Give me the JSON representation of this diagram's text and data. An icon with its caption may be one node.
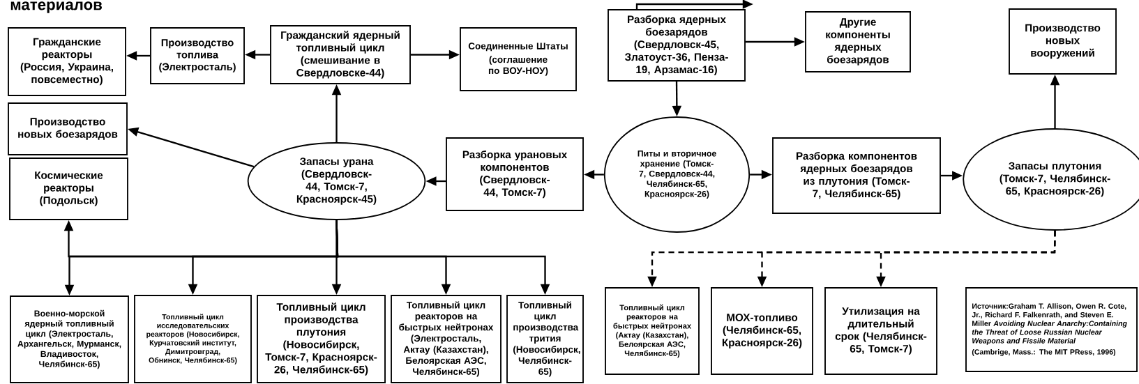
{
  "diagram": {
    "title": "материалов",
    "nodes": [
      {
        "text": [
          "Гражданские реакторы (Россия, Украина, повсеместно)"
        ]
      },
      {
        "text": [
          "Производство топлива (Электросталь)"
        ]
      },
      {
        "text": [
          "Гражданский ядерный топливный цикл (смешивание в Свердловске-44)"
        ]
      },
      {
        "text": [
          "Соединенные Штаты",
          "(соглашение по ВОУ-НОУ)"
        ]
      },
      {
        "text": [
          "Производство новых боезарядов"
        ]
      },
      {
        "text": [
          "Космические реакторы (Подольск)"
        ]
      },
      {
        "text": [
          "Запасы урана (Свердловск-44, Томск-7, Красноярск-45)"
        ]
      },
      {
        "text": [
          "Разборка урановых компонентов (Свердловск-44, Томск-7)"
        ]
      },
      {
        "text": [
          "Разборка ядерных боезарядов (Свердловск-45, Златоуст-36, Пенза-19, Арзамас-16)"
        ]
      },
      {
        "text": [
          "Другие компоненты ядерных боезарядов"
        ]
      },
      {
        "text": [
          "Производство новых вооружений"
        ]
      },
      {
        "text": [
          "Питы и вторичное хранение (Томск-7, Свердловск-44, Челябинск-65, Красноярск-26)"
        ]
      },
      {
        "text": [
          "Разборка компонентов ядерных боезарядов из плутония (Томск-7, Челябинск-65)"
        ]
      },
      {
        "text": [
          "Запасы плутония (Томск-7, Челябинск-65, Красноярск-26)"
        ]
      },
      {
        "text": [
          "Военно-морской ядерный топливный цикл (Электросталь, Архангельск, Мурманск, Владивосток, Челябинск-65)"
        ]
      },
      {
        "text": [
          "Топливный цикл исследовательских реакторов (Новосибирск, Курчатовский институт, Димитровград, Обнинск, Челябинск-65)"
        ]
      },
      {
        "text": [
          "Топливный цикл производства плутония (Новосибирск, Томск-7, Красноярск-26, Челябинск-65)"
        ]
      },
      {
        "text": [
          "Топливный цикл реакторов на быстрых нейтронах (Электросталь, Актау (Казахстан), Белоярская АЭС, Челябинск-65)"
        ]
      },
      {
        "text": [
          "Топливный цикл производства трития (Новосибирск, Челябинск-65)"
        ]
      },
      {
        "text": [
          "Топливный цикл реакторов на быстрых нейтронах (Актау (Казахстан), Белоярская АЭС, Челябинск-65)"
        ]
      },
      {
        "text": [
          "МОХ-топливо (Челябинск-65, Красноярск-26)"
        ]
      },
      {
        "text": [
          "Утилизация на длительный срок (Челябинск-65, Томск-7)"
        ]
      },
      {
        "text": [
          "Источник:Graham T. Allison, Owen R. Cote, Jr., Richard F. Falkenrath, and Steven E. Miller *Avoiding Nuclear Anarchy:Containing the Threat of Loose Russian Nuclear Weapons and Fissile Material*",
          "(Cambrige, Mass.: The MIT PRess, 1996)"
        ]
      }
    ],
    "edges": [
      {
        "from": 2,
        "to": 1,
        "arrow": "to"
      },
      {
        "from": 1,
        "to": 0,
        "arrow": "to"
      },
      {
        "from": 2,
        "to": 3,
        "arrow": "to"
      },
      {
        "from": 6,
        "to": 2,
        "arrow": "to"
      },
      {
        "from": 6,
        "to": 4,
        "arrow": "to"
      },
      {
        "from": 7,
        "to": 6,
        "arrow": "to"
      },
      {
        "from": 8,
        "to": 9,
        "arrow": "to"
      },
      {
        "from": 8,
        "to": 11,
        "arrow": "to"
      },
      {
        "from": 11,
        "to": 7,
        "arrow": "to"
      },
      {
        "from": 11,
        "to": 12,
        "arrow": "to"
      },
      {
        "from": 12,
        "to": 13,
        "arrow": "to"
      },
      {
        "from": 13,
        "to": 10,
        "arrow": "to"
      },
      {
        "from": 6,
        "to": 5,
        "arrow": "to"
      },
      {
        "from": 6,
        "to": 14,
        "arrow": "to"
      },
      {
        "from": 6,
        "to": 15,
        "arrow": "to"
      },
      {
        "from": 6,
        "to": 16,
        "arrow": "to"
      },
      {
        "from": 6,
        "to": 17,
        "arrow": "to"
      },
      {
        "from": 6,
        "to": 18,
        "arrow": "to"
      },
      {
        "from": 13,
        "to": 19,
        "arrow": "to",
        "style": "dashed"
      },
      {
        "from": 13,
        "to": 20,
        "arrow": "to",
        "style": "dashed"
      },
      {
        "from": 13,
        "to": 21,
        "arrow": "to",
        "style": "dashed"
      },
      {
        "from": 8,
        "to": null,
        "arrow": "to"
      }
    ]
  }
}
